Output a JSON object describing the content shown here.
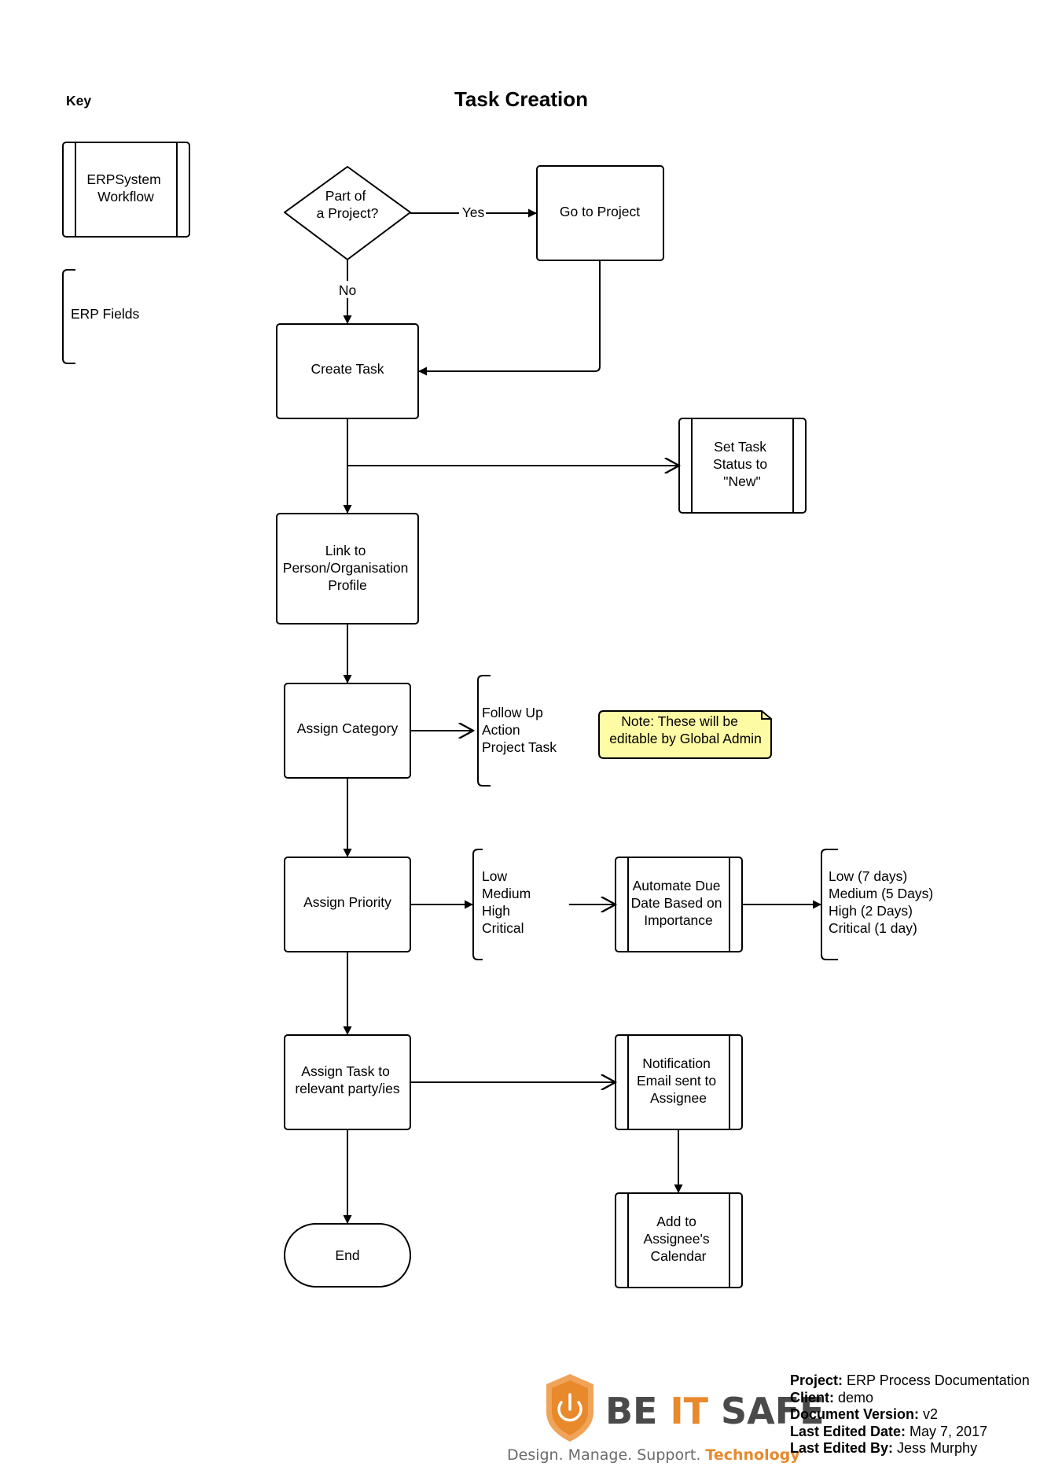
{
  "title": "Task Creation",
  "key": {
    "heading": "Key",
    "workflow_label": [
      "ERPSystem",
      "Workflow"
    ],
    "fields_label": "ERP Fields"
  },
  "nodes": {
    "part_of_project": [
      "Part of",
      "a Project?"
    ],
    "go_to_project": [
      "Go to Project"
    ],
    "create_task": [
      "Create Task"
    ],
    "set_task_status": [
      "Set Task",
      "Status to",
      "\"New\""
    ],
    "link_profile": [
      "Link to",
      "Person/Organisation",
      "Profile"
    ],
    "assign_category": [
      "Assign Category"
    ],
    "category_fields": [
      "Follow Up",
      "Action",
      "Project Task"
    ],
    "note": [
      "Note: These will be",
      "editable by Global Admin"
    ],
    "assign_priority": [
      "Assign Priority"
    ],
    "priority_fields": [
      "Low",
      "Medium",
      "High",
      "Critical"
    ],
    "automate_due": [
      "Automate Due",
      "Date Based on",
      "Importance"
    ],
    "due_fields": [
      "Low  (7 days)",
      "Medium (5 Days)",
      "High (2 Days)",
      "Critical (1 day)"
    ],
    "assign_task": [
      "Assign Task to",
      "relevant party/ies"
    ],
    "notification": [
      "Notification",
      "Email sent to",
      "Assignee"
    ],
    "calendar": [
      "Add to",
      "Assignee's",
      "Calendar"
    ],
    "end": [
      "End"
    ]
  },
  "edge_labels": {
    "yes": "Yes",
    "no": "No"
  },
  "logo": {
    "name_part1": "BE ",
    "name_part2": "IT",
    "name_part3": " SAFE",
    "tagline": "Design. Manage. Support. ",
    "tagline_accent": "Technology",
    "accent_color": "#e8892b"
  },
  "footer": {
    "project_label": "Project:",
    "project_value": " ERP Process Documentation",
    "client_label": "Client:",
    "client_value": " demo",
    "version_label": "Document Version:",
    "version_value": " v2",
    "date_label": "Last Edited Date:",
    "date_value": " May 7, 2017",
    "editor_label": "Last Edited By:",
    "editor_value": " Jess Murphy"
  }
}
